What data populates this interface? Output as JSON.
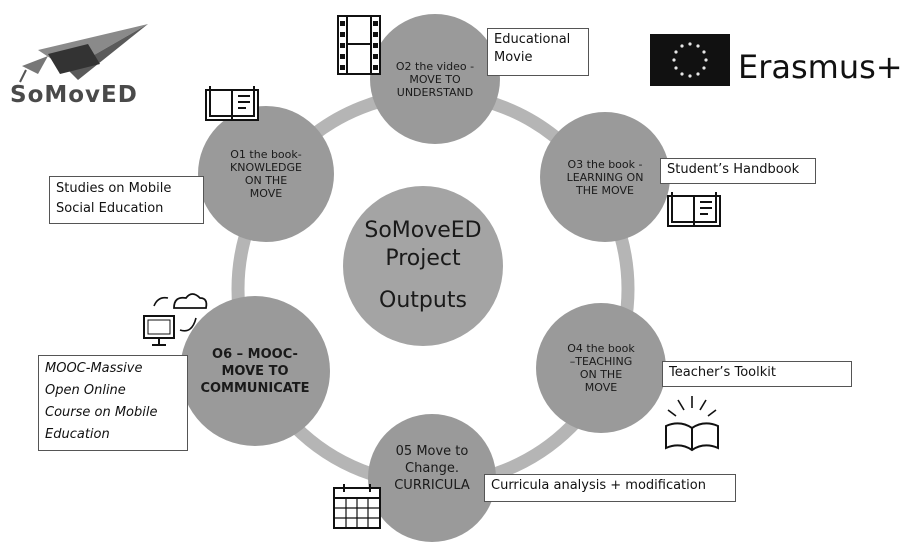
{
  "logo": {
    "text": "SoMovED",
    "icon": "paper-plane-graduation-cap-icon"
  },
  "erasmus": {
    "text": "Erasmus+",
    "icon": "eu-flag-icon"
  },
  "center": {
    "line1": "SoMoveED",
    "line2": "Project",
    "line3": "Outputs"
  },
  "nodes": {
    "o2": "O2 the video -\nMOVE TO\nUNDERSTAND",
    "o3": "O3 the book -\nLEARNING ON\nTHE MOVE",
    "o4": "O4  the book\n–TEACHING\nON THE\nMOVE",
    "o5": "05 Move to\nChange.\nCURRICULA",
    "o6": "O6 – MOOC-\nMOVE TO\nCOMMUNICATE",
    "o1": "O1 the book-\nKNOWLEDGE\nON THE\nMOVE"
  },
  "labels": {
    "o2": "Educational\nMovie",
    "o3": "Student’s Handbook",
    "o4": "Teacher’s Toolkit",
    "o5": "Curricula analysis + modification",
    "o6": "MOOC-Massive\nOpen Online\nCourse on Mobile\nEducation",
    "o1": "Studies on Mobile\nSocial Education"
  },
  "colors": {
    "ring": "#b5b5b5",
    "node": "#9a9a9a",
    "center": "#a4a4a4"
  }
}
